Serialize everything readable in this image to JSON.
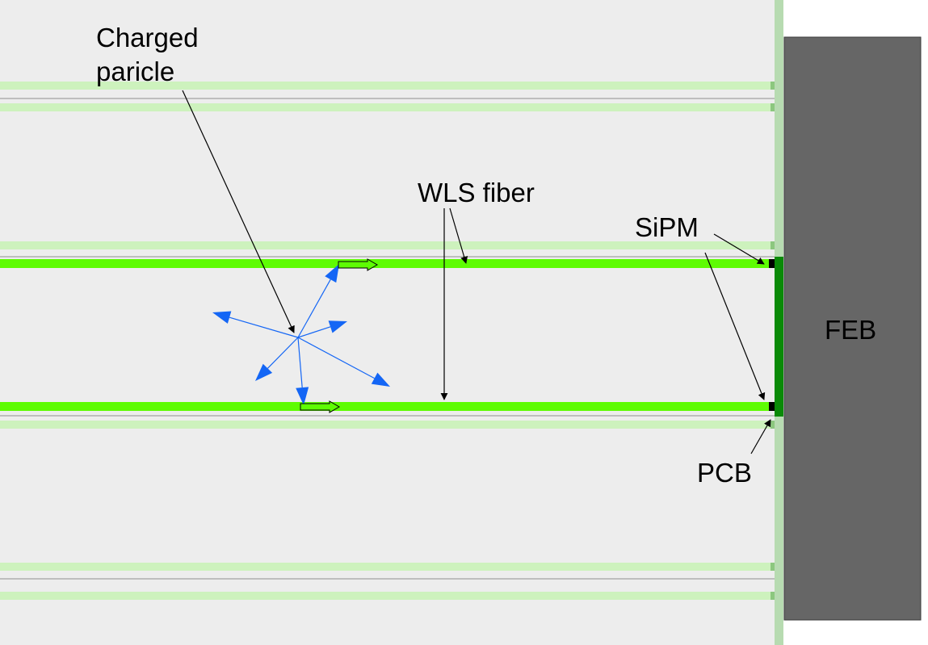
{
  "labels": {
    "charged_particle_line1": "Charged",
    "charged_particle_line2": "paricle",
    "wls_fiber": "WLS fiber",
    "sipm": "SiPM",
    "pcb": "PCB",
    "feb": "FEB"
  },
  "colors": {
    "background": "#ededed",
    "inactive_fiber": "#cdf2bd",
    "active_fiber": "#5efc03",
    "pcb": "#0a8a07",
    "pcb_strip": "#b7dbb1",
    "feb": "#666666",
    "photon_arrow": "#1466f5",
    "separator": "#8f8f8f",
    "callout": "#000000"
  }
}
